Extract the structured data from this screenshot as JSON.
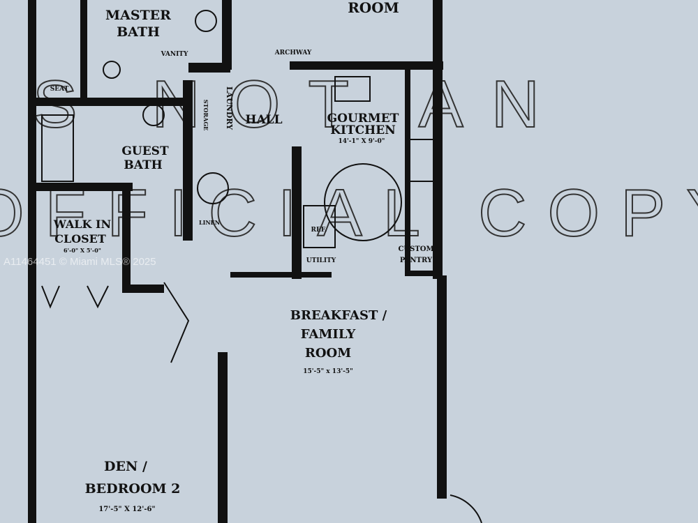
{
  "plan": {
    "top_room": "ROOM",
    "master_bath": [
      "MASTER",
      "BATH"
    ],
    "vanity": "VANITY",
    "seat": "SEAT",
    "archway": "ARCHWAY",
    "hall": "HALL",
    "kitchen": [
      "GOURMET",
      "KITCHEN"
    ],
    "kitchen_dim": "14'-1\" X 9'-0\"",
    "laundry": "LAUNDRY",
    "storage": "STORAGE",
    "guest_bath": [
      "GUEST",
      "BATH"
    ],
    "closet": [
      "WALK IN",
      "CLOSET"
    ],
    "closet_dim": "6'-0\" X 5'-0\"",
    "linen": "LINEN",
    "ref": "REF.",
    "utility": "UTILITY",
    "pantry": [
      "CUSTOM",
      "PANTRY"
    ],
    "family": [
      "BREAKFAST /",
      "FAMILY",
      "ROOM"
    ],
    "family_dim": "15'-5\" x 13'-5\"",
    "den": [
      "DEN /",
      "BEDROOM 2"
    ],
    "den_dim": "17'-5\" X 12'-6\""
  },
  "watermark": {
    "line1": "IS NOT AN",
    "line2": "OFFICIAL COPY"
  },
  "mls": "A11464451 © Miami MLS® 2025"
}
